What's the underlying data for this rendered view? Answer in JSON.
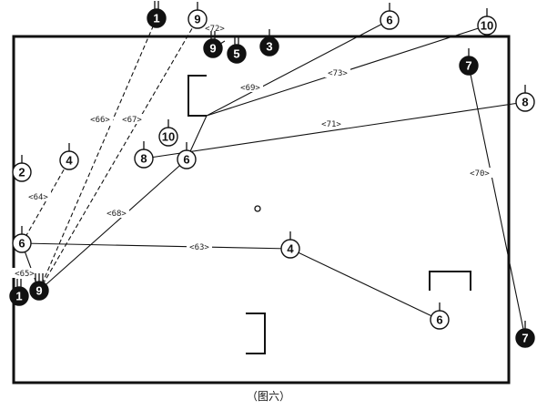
{
  "caption": "（图六）",
  "colors": {
    "ink": "#111111",
    "paper": "#ffffff"
  },
  "players": [
    {
      "id": "p1-top",
      "number": "1",
      "team": "dark",
      "marker": "double"
    },
    {
      "id": "p9-top",
      "number": "9",
      "team": "light",
      "marker": "single"
    },
    {
      "id": "p9-mid",
      "number": "9",
      "team": "dark",
      "marker": "double"
    },
    {
      "id": "p5",
      "number": "5",
      "team": "dark",
      "marker": "double"
    },
    {
      "id": "p3",
      "number": "3",
      "team": "dark",
      "marker": "single"
    },
    {
      "id": "p6-top",
      "number": "6",
      "team": "light",
      "marker": "single"
    },
    {
      "id": "p10-top",
      "number": "10",
      "team": "light",
      "marker": "single"
    },
    {
      "id": "p7-top",
      "number": "7",
      "team": "dark",
      "marker": "single"
    },
    {
      "id": "p8-right",
      "number": "8",
      "team": "light",
      "marker": "single"
    },
    {
      "id": "p10-left",
      "number": "10",
      "team": "light",
      "marker": "single"
    },
    {
      "id": "p8-left",
      "number": "8",
      "team": "light",
      "marker": "single"
    },
    {
      "id": "p6-mid",
      "number": "6",
      "team": "light",
      "marker": "single"
    },
    {
      "id": "p2",
      "number": "2",
      "team": "light",
      "marker": "single"
    },
    {
      "id": "p4-left",
      "number": "4",
      "team": "light",
      "marker": "single"
    },
    {
      "id": "p6-left",
      "number": "6",
      "team": "light",
      "marker": "single"
    },
    {
      "id": "p1-low",
      "number": "1",
      "team": "dark",
      "marker": "double"
    },
    {
      "id": "p9-low",
      "number": "9",
      "team": "dark",
      "marker": "triple"
    },
    {
      "id": "p4-center",
      "number": "4",
      "team": "light",
      "marker": "single"
    },
    {
      "id": "p6-low",
      "number": "6",
      "team": "light",
      "marker": "single"
    },
    {
      "id": "p7-low",
      "number": "7",
      "team": "dark",
      "marker": "single"
    }
  ],
  "passes": [
    {
      "label": "<63>",
      "style": "solid"
    },
    {
      "label": "<64>",
      "style": "dashed"
    },
    {
      "label": "<65>",
      "style": "solid"
    },
    {
      "label": "<66>",
      "style": "dashed"
    },
    {
      "label": "<67>",
      "style": "dashed"
    },
    {
      "label": "<68>",
      "style": "solid"
    },
    {
      "label": "<69>",
      "style": "solid"
    },
    {
      "label": "<70>",
      "style": "solid"
    },
    {
      "label": "<71>",
      "style": "solid"
    },
    {
      "label": "<72>",
      "style": "solid"
    },
    {
      "label": "<73>",
      "style": "solid"
    }
  ]
}
